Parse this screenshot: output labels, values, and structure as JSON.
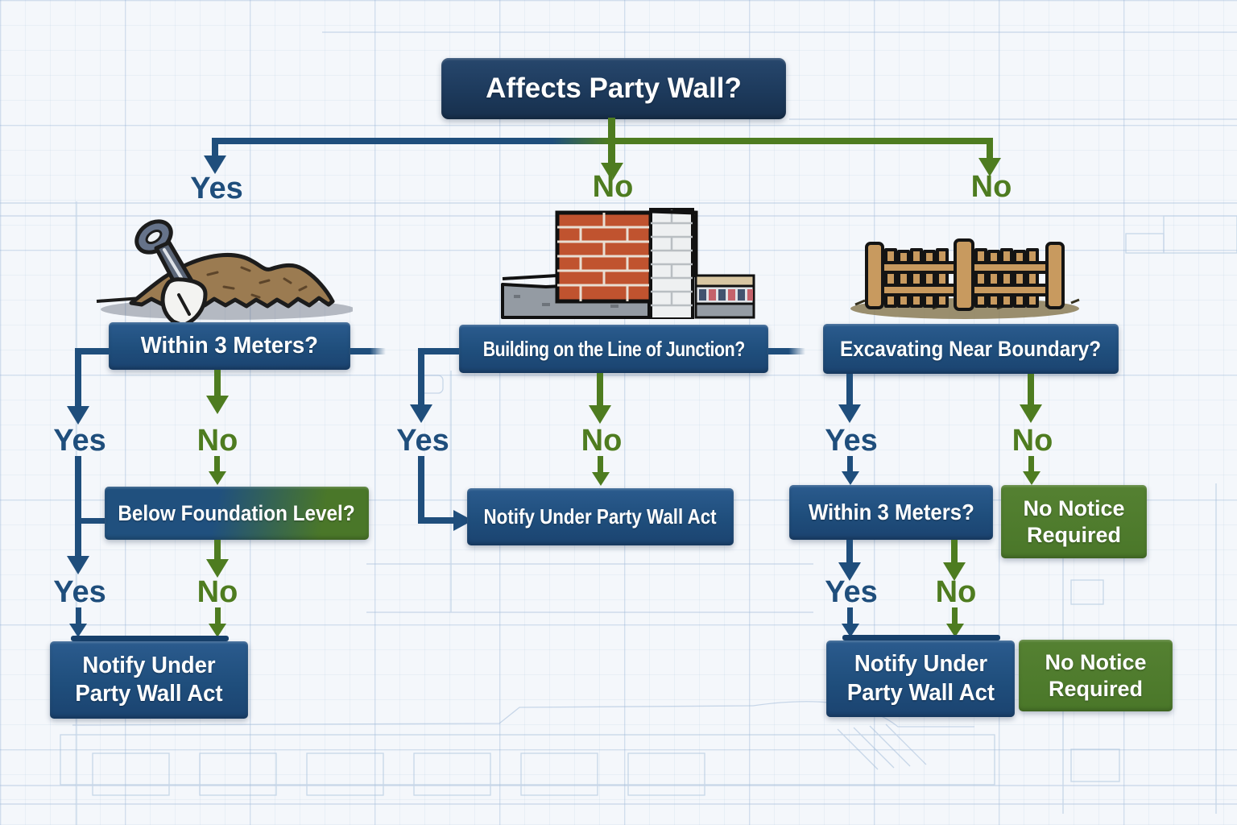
{
  "flowchart": {
    "title": "Party Wall Act decision flowchart",
    "root": {
      "label": "Affects Party Wall?"
    },
    "level1": {
      "yes": "Yes",
      "no_center": "No",
      "no_right": "No"
    },
    "left_branch": {
      "icon": "shovel-dirt-pile-icon",
      "q1": "Within 3 Meters?",
      "q1_yes": "Yes",
      "q1_no": "No",
      "q2": "Below Foundation Level?",
      "q2_yes": "Yes",
      "q2_no": "No",
      "outcome": "Notify Under Party Wall Act"
    },
    "middle_branch": {
      "icon": "party-wall-bricks-icon",
      "q1": "Building on the Line of Junction?",
      "q1_yes": "Yes",
      "q1_no": "No",
      "outcome": "Notify Under Party Wall Act"
    },
    "right_branch": {
      "icon": "boundary-fence-icon",
      "q1": "Excavating Near Boundary?",
      "q1_yes": "Yes",
      "q1_no": "No",
      "q1_no_outcome": "No Notice Required",
      "q2": "Within 3 Meters?",
      "q2_yes": "Yes",
      "q2_no": "No",
      "q2_yes_outcome": "Notify Under Party Wall Act",
      "q2_no_outcome": "No Notice Required"
    },
    "colors": {
      "navy_box": "#1d3a5c",
      "blue_box": "#1f4e7c",
      "green_box": "#4a7729",
      "blue_arrow": "#1f4e7c",
      "green_arrow": "#4e7c20",
      "background": "#f4f7fb",
      "grid_line": "#82a2cd"
    }
  }
}
